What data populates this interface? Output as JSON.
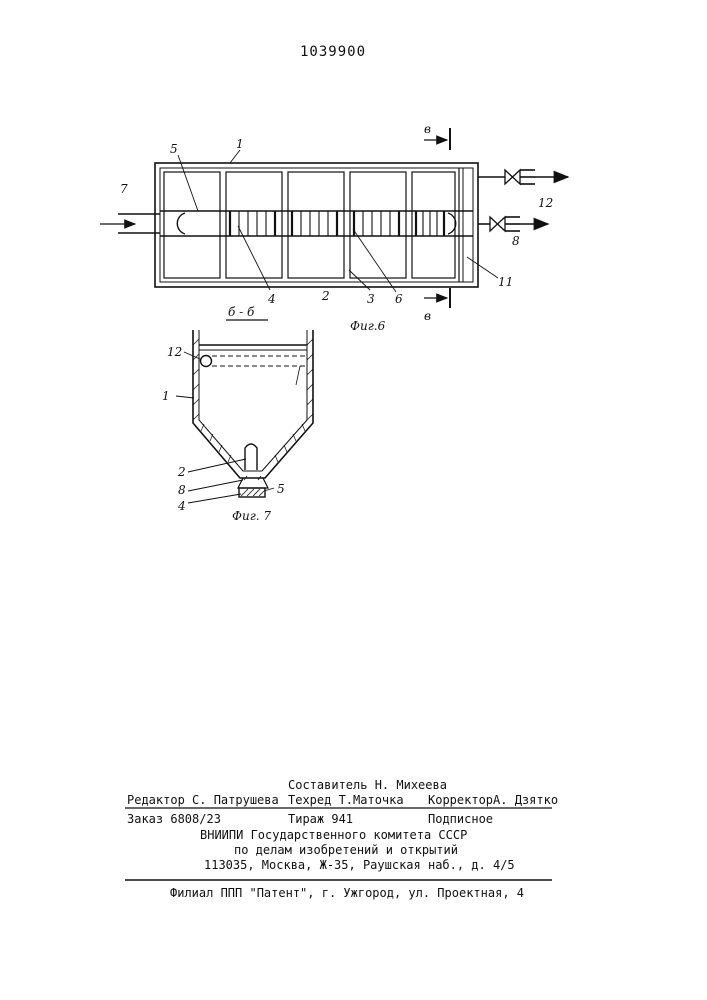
{
  "patent_number": "1039900",
  "figure6": {
    "caption": "Фиг.6",
    "labels": {
      "l1": "1",
      "l2": "2",
      "l3": "3",
      "l4": "4",
      "l5": "5",
      "l6": "6",
      "l7": "7",
      "l8": "8",
      "l11": "11",
      "l12": "12",
      "section_top": "в",
      "section_bottom": "в"
    }
  },
  "figure7": {
    "caption": "Фиг. 7",
    "section_title": "б - б",
    "labels": {
      "l1": "1",
      "l2": "2",
      "l4": "4",
      "l5": "5",
      "l8": "8",
      "l12": "12"
    }
  },
  "footer": {
    "compiler": "Составитель Н. Михеева",
    "editor": "Редактор С. Патрушева",
    "techred": "Техред Т.Маточка",
    "corrector": "КорректорА. Дзятко",
    "order": "Заказ 6808/23",
    "circulation": "Тираж 941",
    "subscription": "Подписное",
    "org_line1": "ВНИИПИ Государственного комитета СССР",
    "org_line2": "по делам изобретений и открытий",
    "address": "113035, Москва, Ж-35, Раушская наб., д. 4/5",
    "branch": "Филиал ППП \"Патент\", г. Ужгород, ул. Проектная, 4"
  }
}
